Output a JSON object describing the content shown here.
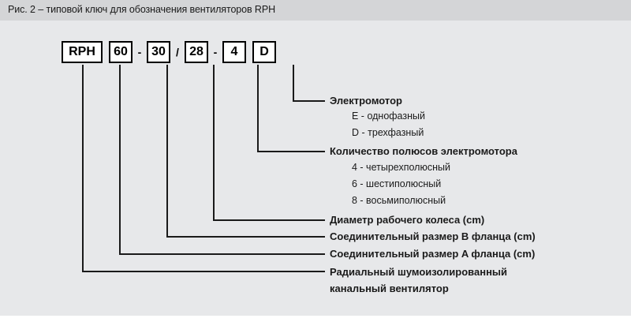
{
  "header": {
    "title": "Рис. 2 – типовой ключ для обозначения вентиляторов RPH"
  },
  "code": {
    "tokens": [
      {
        "kind": "box",
        "text": "RPH"
      },
      {
        "kind": "gap",
        "text": ""
      },
      {
        "kind": "box",
        "text": "60"
      },
      {
        "kind": "sep",
        "text": "-"
      },
      {
        "kind": "box",
        "text": "30"
      },
      {
        "kind": "sep",
        "text": "/"
      },
      {
        "kind": "box",
        "text": "28"
      },
      {
        "kind": "sep",
        "text": "-"
      },
      {
        "kind": "box",
        "text": "4"
      },
      {
        "kind": "gap",
        "text": ""
      },
      {
        "kind": "box",
        "text": "D"
      }
    ]
  },
  "legend": {
    "entries": [
      {
        "heading": "Электромотор",
        "subitems": [
          "E - однофазный",
          "D - трехфазный"
        ]
      },
      {
        "heading": "Количество полюсов электромотора",
        "subitems": [
          "4 - четырехполюсный",
          "6 - шестиполюсный",
          "8 - восьмиполюсный"
        ]
      },
      {
        "heading": "Диаметр рабочего колеса (cm)",
        "subitems": []
      },
      {
        "heading": "Соединительный размер B фланца (cm)",
        "subitems": []
      },
      {
        "heading": "Соединительный размер A фланца (cm)",
        "subitems": []
      },
      {
        "heading": "Радиальный шумоизолированный",
        "heading_line2": "канальный вентилятор",
        "subitems": []
      }
    ]
  },
  "colors": {
    "page_background": "#e7e8ea",
    "header_background": "#d4d5d7",
    "line": "#1a1a1a",
    "box_fill": "#ffffff",
    "text": "#1a1a1a"
  }
}
